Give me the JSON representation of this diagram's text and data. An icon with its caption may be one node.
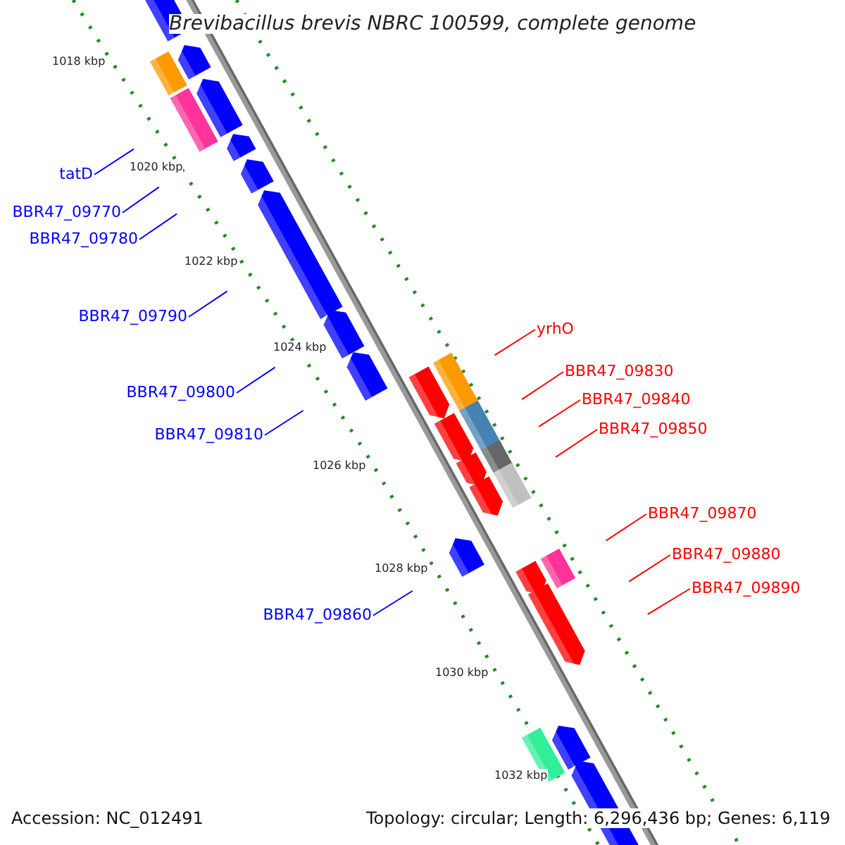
{
  "diagram": {
    "title": "Brevibacillus brevis NBRC 100599, complete genome",
    "nodes": [
      {
        "text": [
          "tatD"
        ]
      },
      {
        "text": [
          "BBR47_09770"
        ]
      },
      {
        "text": [
          "BBR47_09780"
        ]
      },
      {
        "text": [
          "BBR47_09790"
        ]
      },
      {
        "text": [
          "BBR47_09800"
        ]
      },
      {
        "text": [
          "BBR47_09810"
        ]
      },
      {
        "text": [
          "BBR47_09860"
        ]
      },
      {
        "text": [
          "yrhO"
        ]
      },
      {
        "text": [
          "BBR47_09830"
        ]
      },
      {
        "text": [
          "BBR47_09840"
        ]
      },
      {
        "text": [
          "BBR47_09850"
        ]
      },
      {
        "text": [
          "BBR47_09870"
        ]
      },
      {
        "text": [
          "BBR47_09880"
        ]
      },
      {
        "text": [
          "BBR47_09890"
        ]
      }
    ],
    "edges": [
      {
        "from": 0,
        "to": null,
        "arrow": "none",
        "color": "#0000ff"
      },
      {
        "from": 1,
        "to": null,
        "arrow": "none",
        "color": "#0000ff"
      },
      {
        "from": 2,
        "to": null,
        "arrow": "none",
        "color": "#0000ff"
      },
      {
        "from": 3,
        "to": null,
        "arrow": "none",
        "color": "#0000ff"
      },
      {
        "from": 4,
        "to": null,
        "arrow": "none",
        "color": "#0000ff"
      },
      {
        "from": 5,
        "to": null,
        "arrow": "none",
        "color": "#0000ff"
      },
      {
        "from": 6,
        "to": null,
        "arrow": "none",
        "color": "#0000ff"
      },
      {
        "from": 7,
        "to": null,
        "arrow": "none",
        "color": "#ff0000"
      },
      {
        "from": 8,
        "to": null,
        "arrow": "none",
        "color": "#ff0000"
      },
      {
        "from": 9,
        "to": null,
        "arrow": "none",
        "color": "#ff0000"
      },
      {
        "from": 10,
        "to": null,
        "arrow": "none",
        "color": "#ff0000"
      },
      {
        "from": 11,
        "to": null,
        "arrow": "none",
        "color": "#ff0000"
      },
      {
        "from": 12,
        "to": null,
        "arrow": "none",
        "color": "#ff0000"
      },
      {
        "from": 13,
        "to": null,
        "arrow": "none",
        "color": "#ff0000"
      }
    ],
    "labels": [
      "1018 kbp",
      "1020 kbp",
      "1022 kbp",
      "1024 kbp",
      "1026 kbp",
      "1028 kbp",
      "1030 kbp",
      "1032 kbp",
      "Accession: NC_012491",
      "Topology: circular; Length: 6,296,436 bp; Genes: 6,119"
    ]
  }
}
